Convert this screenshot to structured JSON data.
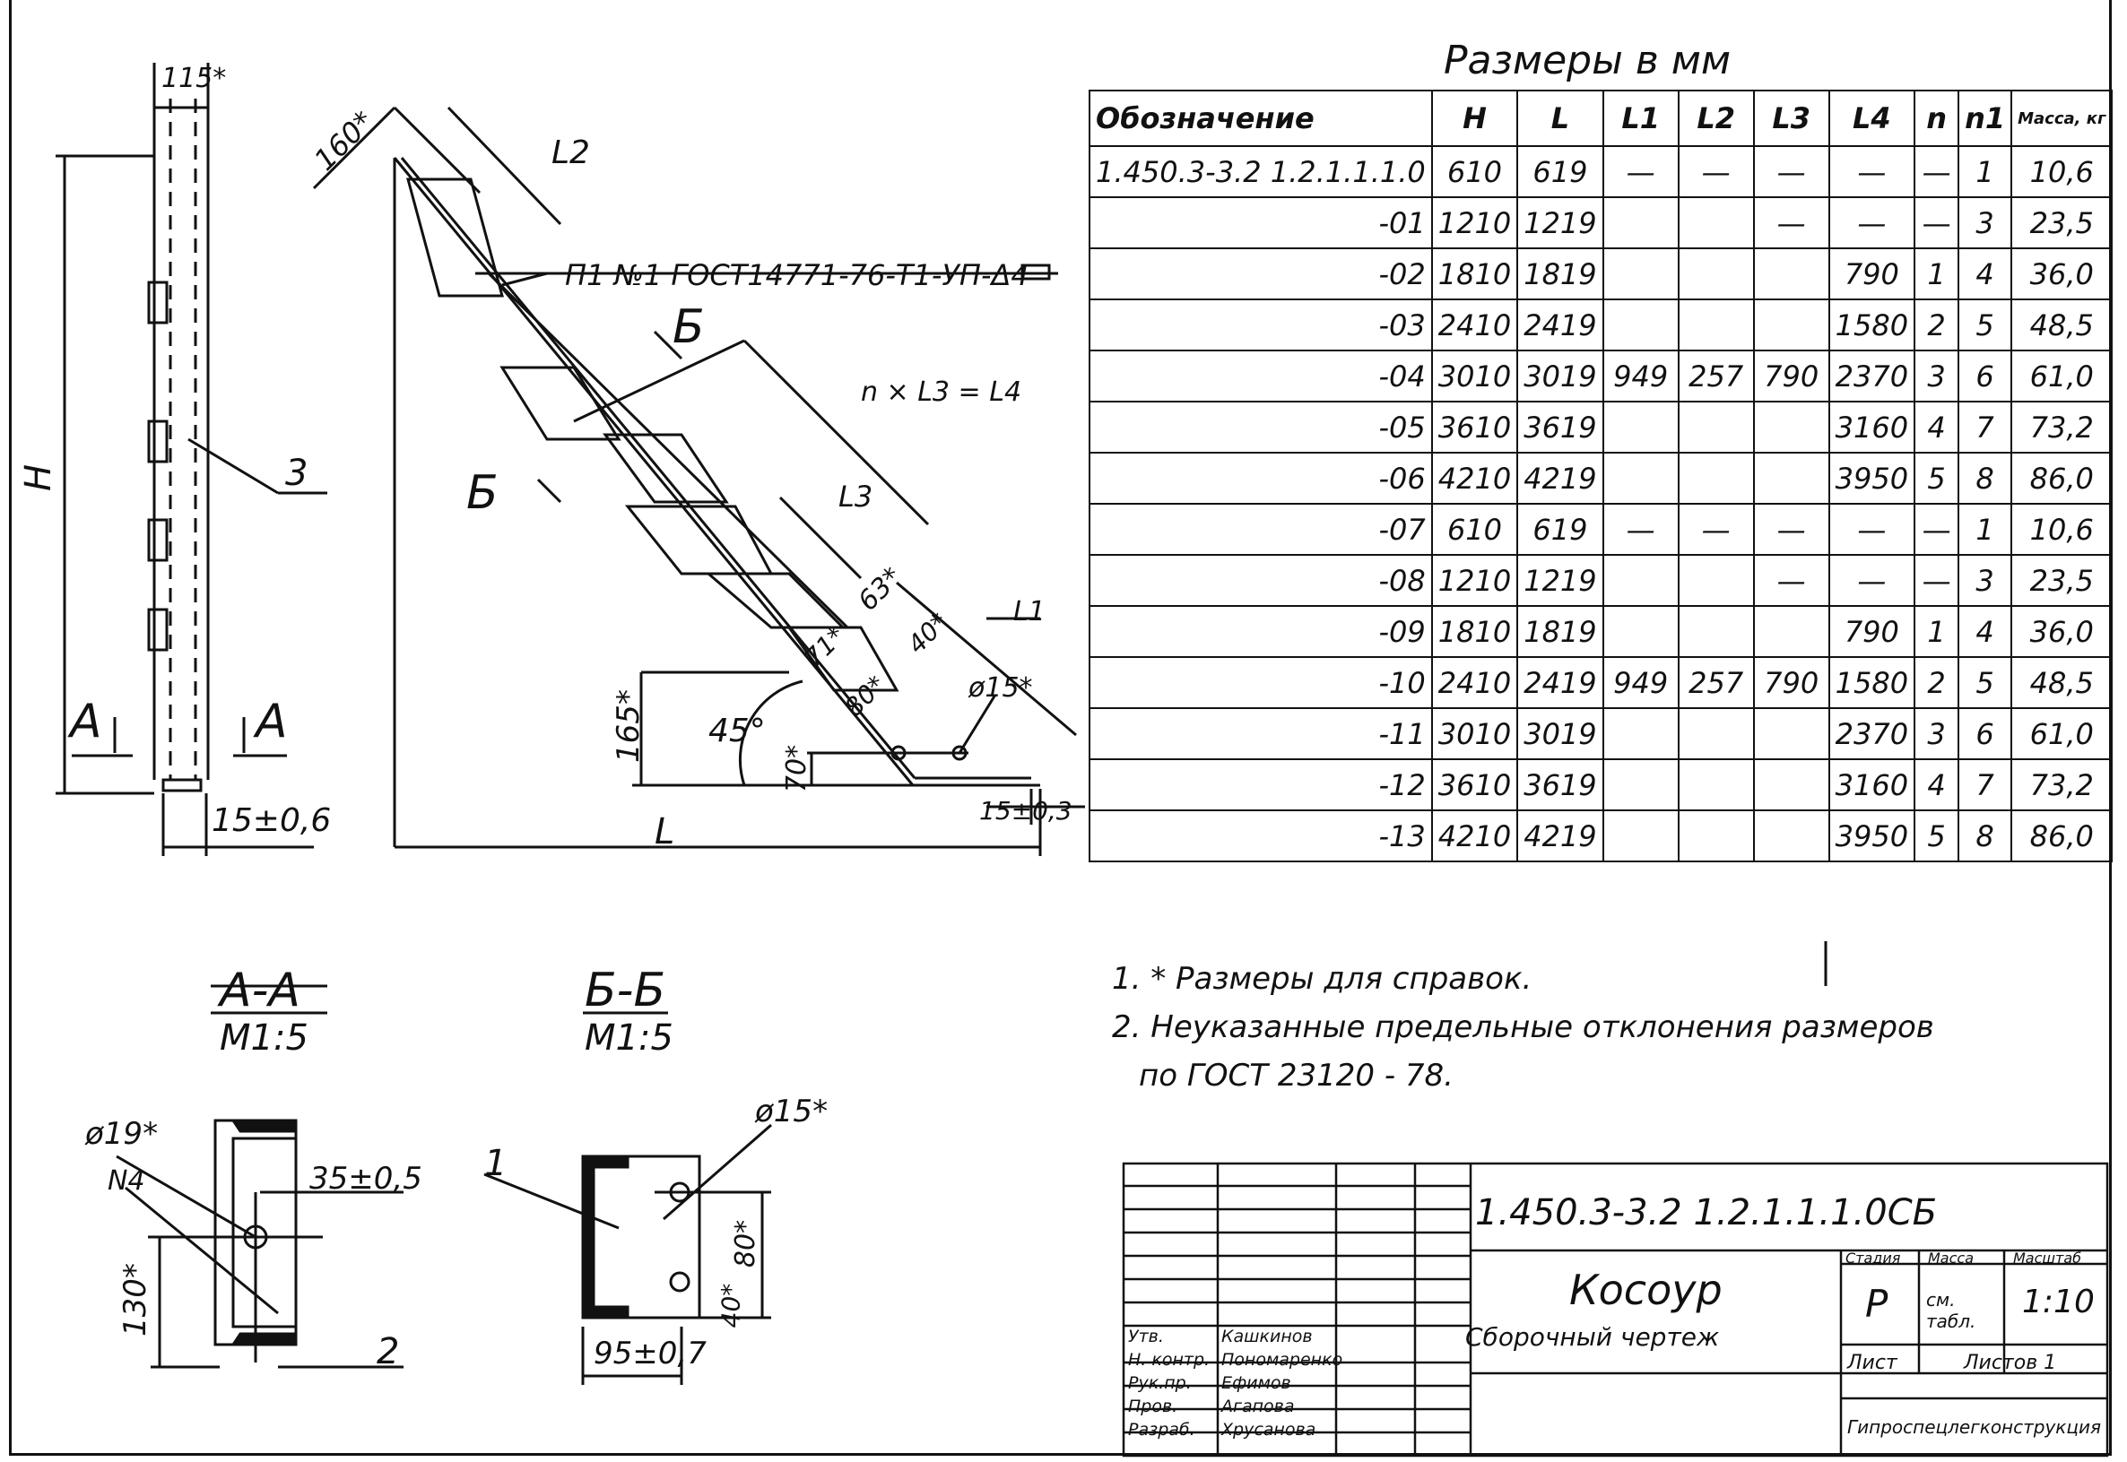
{
  "table": {
    "title": "Размеры в мм",
    "headers": [
      "Обозначение",
      "H",
      "L",
      "L1",
      "L2",
      "L3",
      "L4",
      "n",
      "n1",
      "Масса, кг"
    ],
    "rows": [
      [
        "1.450.3-3.2 1.2.1.1.1.0",
        "610",
        "619",
        "—",
        "—",
        "—",
        "—",
        "—",
        "1",
        "10,6"
      ],
      [
        "-01",
        "1210",
        "1219",
        "",
        "",
        "—",
        "—",
        "—",
        "3",
        "23,5"
      ],
      [
        "-02",
        "1810",
        "1819",
        "",
        "",
        "",
        "790",
        "1",
        "4",
        "36,0"
      ],
      [
        "-03",
        "2410",
        "2419",
        "",
        "",
        "",
        "1580",
        "2",
        "5",
        "48,5"
      ],
      [
        "-04",
        "3010",
        "3019",
        "949",
        "257",
        "790",
        "2370",
        "3",
        "6",
        "61,0"
      ],
      [
        "-05",
        "3610",
        "3619",
        "",
        "",
        "",
        "3160",
        "4",
        "7",
        "73,2"
      ],
      [
        "-06",
        "4210",
        "4219",
        "",
        "",
        "",
        "3950",
        "5",
        "8",
        "86,0"
      ],
      [
        "-07",
        "610",
        "619",
        "—",
        "—",
        "—",
        "—",
        "—",
        "1",
        "10,6"
      ],
      [
        "-08",
        "1210",
        "1219",
        "",
        "",
        "—",
        "—",
        "—",
        "3",
        "23,5"
      ],
      [
        "-09",
        "1810",
        "1819",
        "",
        "",
        "",
        "790",
        "1",
        "4",
        "36,0"
      ],
      [
        "-10",
        "2410",
        "2419",
        "949",
        "257",
        "790",
        "1580",
        "2",
        "5",
        "48,5"
      ],
      [
        "-11",
        "3010",
        "3019",
        "",
        "",
        "",
        "2370",
        "3",
        "6",
        "61,0"
      ],
      [
        "-12",
        "3610",
        "3619",
        "",
        "",
        "",
        "3160",
        "4",
        "7",
        "73,2"
      ],
      [
        "-13",
        "4210",
        "4219",
        "",
        "",
        "",
        "3950",
        "5",
        "8",
        "86,0"
      ]
    ]
  },
  "notes": [
    "1. * Размеры для справок.",
    "2. Неуказанные предельные отклонения размеров",
    "по ГОСТ 23120 - 78."
  ],
  "drawing": {
    "dim_115": "115*",
    "dim_H": "H",
    "dim_15": "15±0,6",
    "pos_3": "3",
    "cut_A_left": "A",
    "cut_A_right": "A",
    "dim_160": "160*",
    "dim_L2": "L2",
    "weld_note": "П1 №1 ГОСТ14771-76-Т1-УП-Δ4",
    "cut_B_top": "Б",
    "cut_B_bottom": "Б",
    "dim_nL3": "n × L3 = L4",
    "dim_L3": "L3",
    "dim_63": "63*",
    "dim_L1": "L1",
    "dim_71": "71*",
    "dim_40": "40*",
    "dim_80": "80*",
    "dim_d15": "ø15*",
    "dim_165": "165*",
    "dim_45": "45°",
    "dim_70": "70*",
    "dim_15_3": "15±0,3",
    "dim_L": "L",
    "section_AA": "A-A",
    "section_AA_scale": "M1:5",
    "section_BB": "Б-Б",
    "section_BB_scale": "M1:5",
    "dim_d19": "ø19*",
    "pos_4": "N4",
    "dim_35": "35±0,5",
    "dim_130": "130*",
    "pos_2": "2",
    "pos_1": "1",
    "dim_d15b": "ø15*",
    "dim_80b": "80*",
    "dim_40b": "40*",
    "dim_95": "95±0,7"
  },
  "title_block": {
    "code": "1.450.3-3.2 1.2.1.1.1.0СБ",
    "name": "Косоур",
    "subtitle": "Сборочный чертеж",
    "stage_label": "Стадия",
    "mass_label": "Масса",
    "scale_label": "Масштаб",
    "stage": "Р",
    "mass": "см. табл.",
    "scale": "1:10",
    "sheet": "Лист",
    "sheets": "Листов 1",
    "org": "Гипроспецлегконструкция",
    "signatures": [
      {
        "role": "Утв.",
        "name": "Кашкинов"
      },
      {
        "role": "Н. контр.",
        "name": "Пономаренко"
      },
      {
        "role": "Рук.пр.",
        "name": "Ефимов"
      },
      {
        "role": "Пров.",
        "name": "Агапова"
      },
      {
        "role": "Разраб.",
        "name": "Хрусанова"
      }
    ]
  }
}
